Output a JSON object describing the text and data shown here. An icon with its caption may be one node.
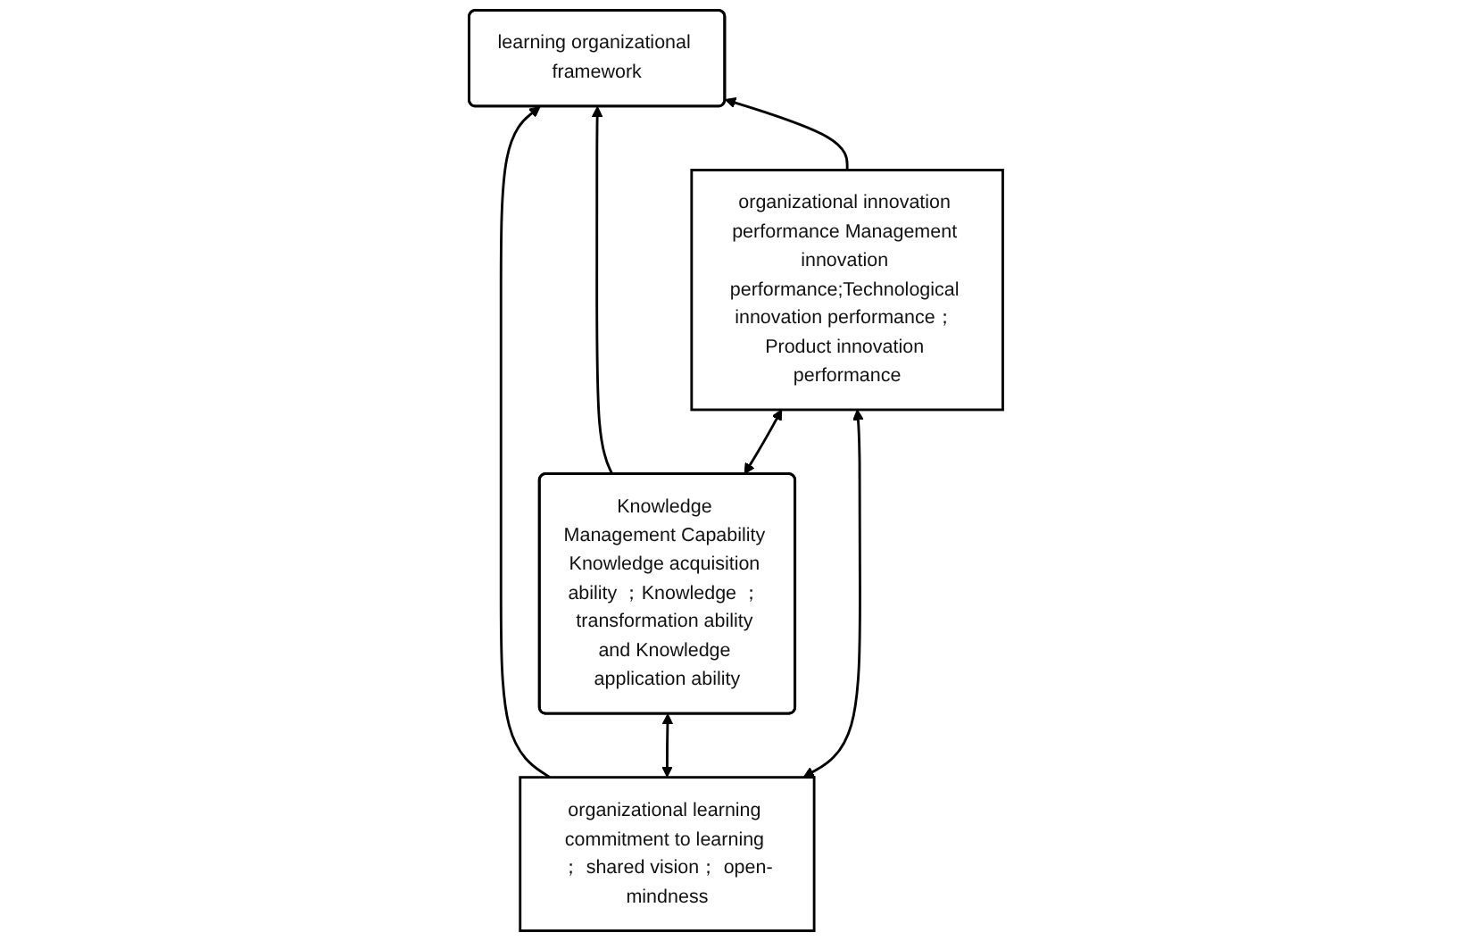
{
  "diagram": {
    "nodes": [
      {
        "text": [
          "learning organizational framework"
        ]
      },
      {
        "text": [
          "organizational learning commitment to learning ； shared vision； open-mindness"
        ]
      },
      {
        "text": [
          "Knowledge Management Capability Knowledge acquisition ability ；Knowledge ； transformation ability and Knowledge application ability"
        ]
      },
      {
        "text": [
          "organizational innovation performance Management innovation performance;Technological innovation performance； Product innovation performance"
        ]
      }
    ],
    "edges": [
      {
        "from": 1,
        "to": 0,
        "arrow": "to"
      },
      {
        "from": 2,
        "to": 0,
        "arrow": "to"
      },
      {
        "from": 3,
        "to": 0,
        "arrow": "to"
      },
      {
        "from": 1,
        "to": 2,
        "arrow": "both"
      },
      {
        "from": 2,
        "to": 3,
        "arrow": "both"
      },
      {
        "from": 1,
        "to": 3,
        "arrow": "both"
      }
    ]
  }
}
